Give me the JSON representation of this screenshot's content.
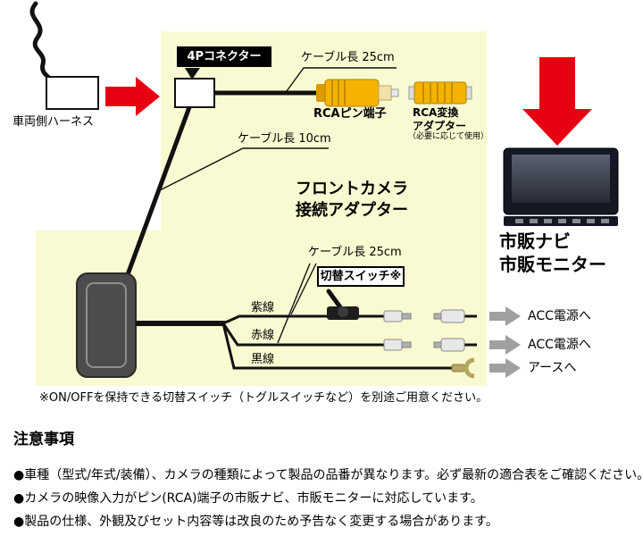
{
  "colors": {
    "panel_yellow": "#fafad2",
    "arrow_red": "#e60012",
    "rca_yellow": "#f5b300",
    "arrow_gray": "#a0a0a0"
  },
  "icons": {
    "red_arrow_right": "solid-right-arrow",
    "red_arrow_down": "solid-down-arrow",
    "gray_arrow_right": "solid-right-arrow",
    "rca_plug": "yellow-rca-pin-plug",
    "rca_adapter": "yellow-rca-barrel-adapter",
    "toggle_switch": "toggle-switch",
    "monitor": "aftermarket-monitor",
    "adapter_unit": "camera-adapter-unit",
    "ring_terminal": "ground-fork-terminal",
    "bullet_connector": "inline-bullet-connector"
  },
  "diagram": {
    "harness_label": "車両側ハーネス",
    "connector_4p_label": "4Pコネクター",
    "cable_length_top": "ケーブル長 25cm",
    "cable_length_mid": "ケーブル長 10cm",
    "cable_length_bottom": "ケーブル長 25cm",
    "rca_pin_label": "RCAピン端子",
    "rca_adapter_label": "RCA変換\nアダプター",
    "rca_adapter_note": "（必要に応じて使用）",
    "product_title": "フロントカメラ\n接続アダプター",
    "monitor_label": "市販ナビ\n市販モニター",
    "switch_label": "切替スイッチ※",
    "wires": {
      "purple": "紫線",
      "red": "赤線",
      "black": "黒線"
    },
    "destinations": {
      "acc1": "ACC電源へ",
      "acc2": "ACC電源へ",
      "ground": "アースへ"
    },
    "footnote": "※ON/OFFを保持できる切替スイッチ（トグルスイッチなど）を別途ご用意ください。"
  },
  "notes": {
    "heading": "注意事項",
    "items": [
      "●車種（型式/年式/装備）、カメラの種類によって製品の品番が異なります。必ず最新の適合表をご確認ください。",
      "●カメラの映像入力がピン(RCA)端子の市販ナビ、市販モニターに対応しています。",
      "●製品の仕様、外観及びセット内容等は改良のため予告なく変更する場合があります。"
    ]
  }
}
